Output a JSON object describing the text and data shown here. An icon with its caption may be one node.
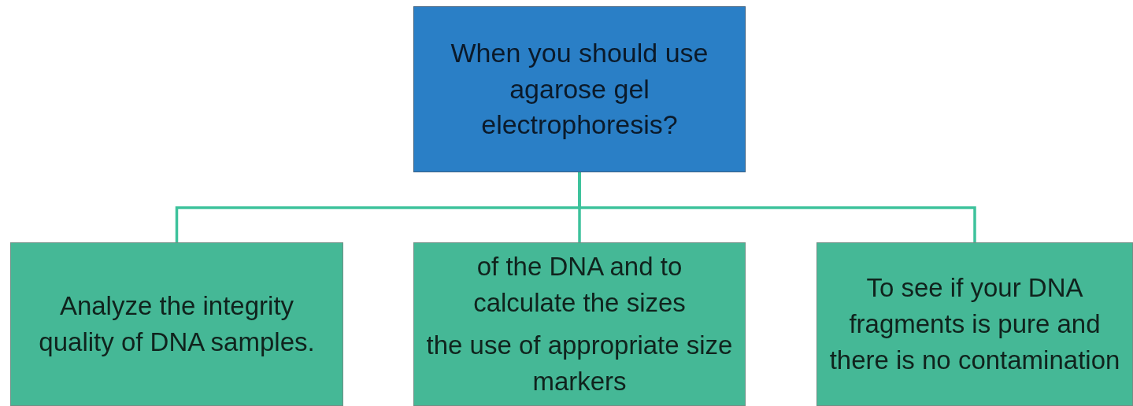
{
  "diagram": {
    "nodes": [
      {
        "text": [
          "When you should use agarose gel electrophoresis?"
        ]
      },
      {
        "text": [
          "Analyze the integrity quality of DNA samples."
        ]
      },
      {
        "text": [
          "of the DNA and to calculate the sizes",
          "the use of appropriate size markers"
        ]
      },
      {
        "text": [
          "To see if your DNA fragments is pure and there is no contamination"
        ]
      }
    ],
    "edges": [
      {
        "from": 0,
        "to": 1,
        "arrow": "none"
      },
      {
        "from": 0,
        "to": 2,
        "arrow": "none"
      },
      {
        "from": 0,
        "to": 3,
        "arrow": "none"
      }
    ]
  }
}
